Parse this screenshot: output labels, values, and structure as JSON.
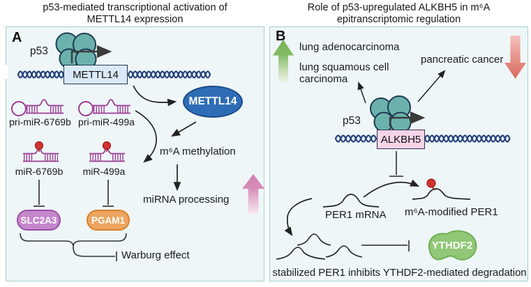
{
  "panel_a": {
    "label": "A",
    "title_line1": "p53-mediated transcriptional activation of",
    "title_line2": "METTL14 expression",
    "p53_label": "p53",
    "gene_label": "METTL14",
    "protein_label": "METTL14",
    "pri_mir_left": "pri-miR-6769b",
    "pri_mir_right": "pri-miR-499a",
    "mir_left": "miR-6769b",
    "mir_right": "miR-499a",
    "methylation_label": "m⁶A methylation",
    "processing_label": "miRNA processing",
    "target_left": "SLC2A3",
    "target_right": "PGAM1",
    "effect_label": "Warburg effect"
  },
  "panel_b": {
    "label": "B",
    "title_line1": "Role of p53-upregulated ALKBH5 in m⁶A",
    "title_line2": "epitranscriptomic regulation",
    "upregulated_cancer_1": "lung adenocarcinoma",
    "upregulated_cancer_2_line1": "lung squamous cell",
    "upregulated_cancer_2_line2": "carcinoma",
    "downregulated_cancer": "pancreatic cancer",
    "p53_label": "p53",
    "gene_label": "ALKBH5",
    "mrna_label": "PER1 mRNA",
    "modified_mrna_label": "m⁶A-modified PER1",
    "reader_label": "YTHDF2",
    "caption": "stabilized PER1 inhibits YTHDF2-mediated degradation"
  },
  "colors": {
    "panel_bg": "#eef6f8",
    "panel_border": "#a5cfce",
    "p53_fill": "#6cb2ac",
    "dark_outline": "#1d3b55",
    "dna": "#24427c",
    "mettl14_gene_box": "#d9e9f7",
    "mettl14_protein": "#2e6db5",
    "mirna_purple": "#9c3d93",
    "m6a_red_dot": "#d23330",
    "slc2a3": "#c587cb",
    "pgam1": "#eda55f",
    "alkbh5_box": "#f6d4e9",
    "ythdf2_green": "#90c877",
    "pink_up_arrow": "#d78cb6",
    "green_up_arrow": "#74b254",
    "red_down_arrow": "#d9685d"
  },
  "icons": {
    "pink_up_arrow": "increase-arrow",
    "green_up_arrow": "upregulation-arrow",
    "red_down_arrow": "downregulation-arrow",
    "red_dot": "m6a-mark",
    "t_bar": "inhibition-bar"
  }
}
